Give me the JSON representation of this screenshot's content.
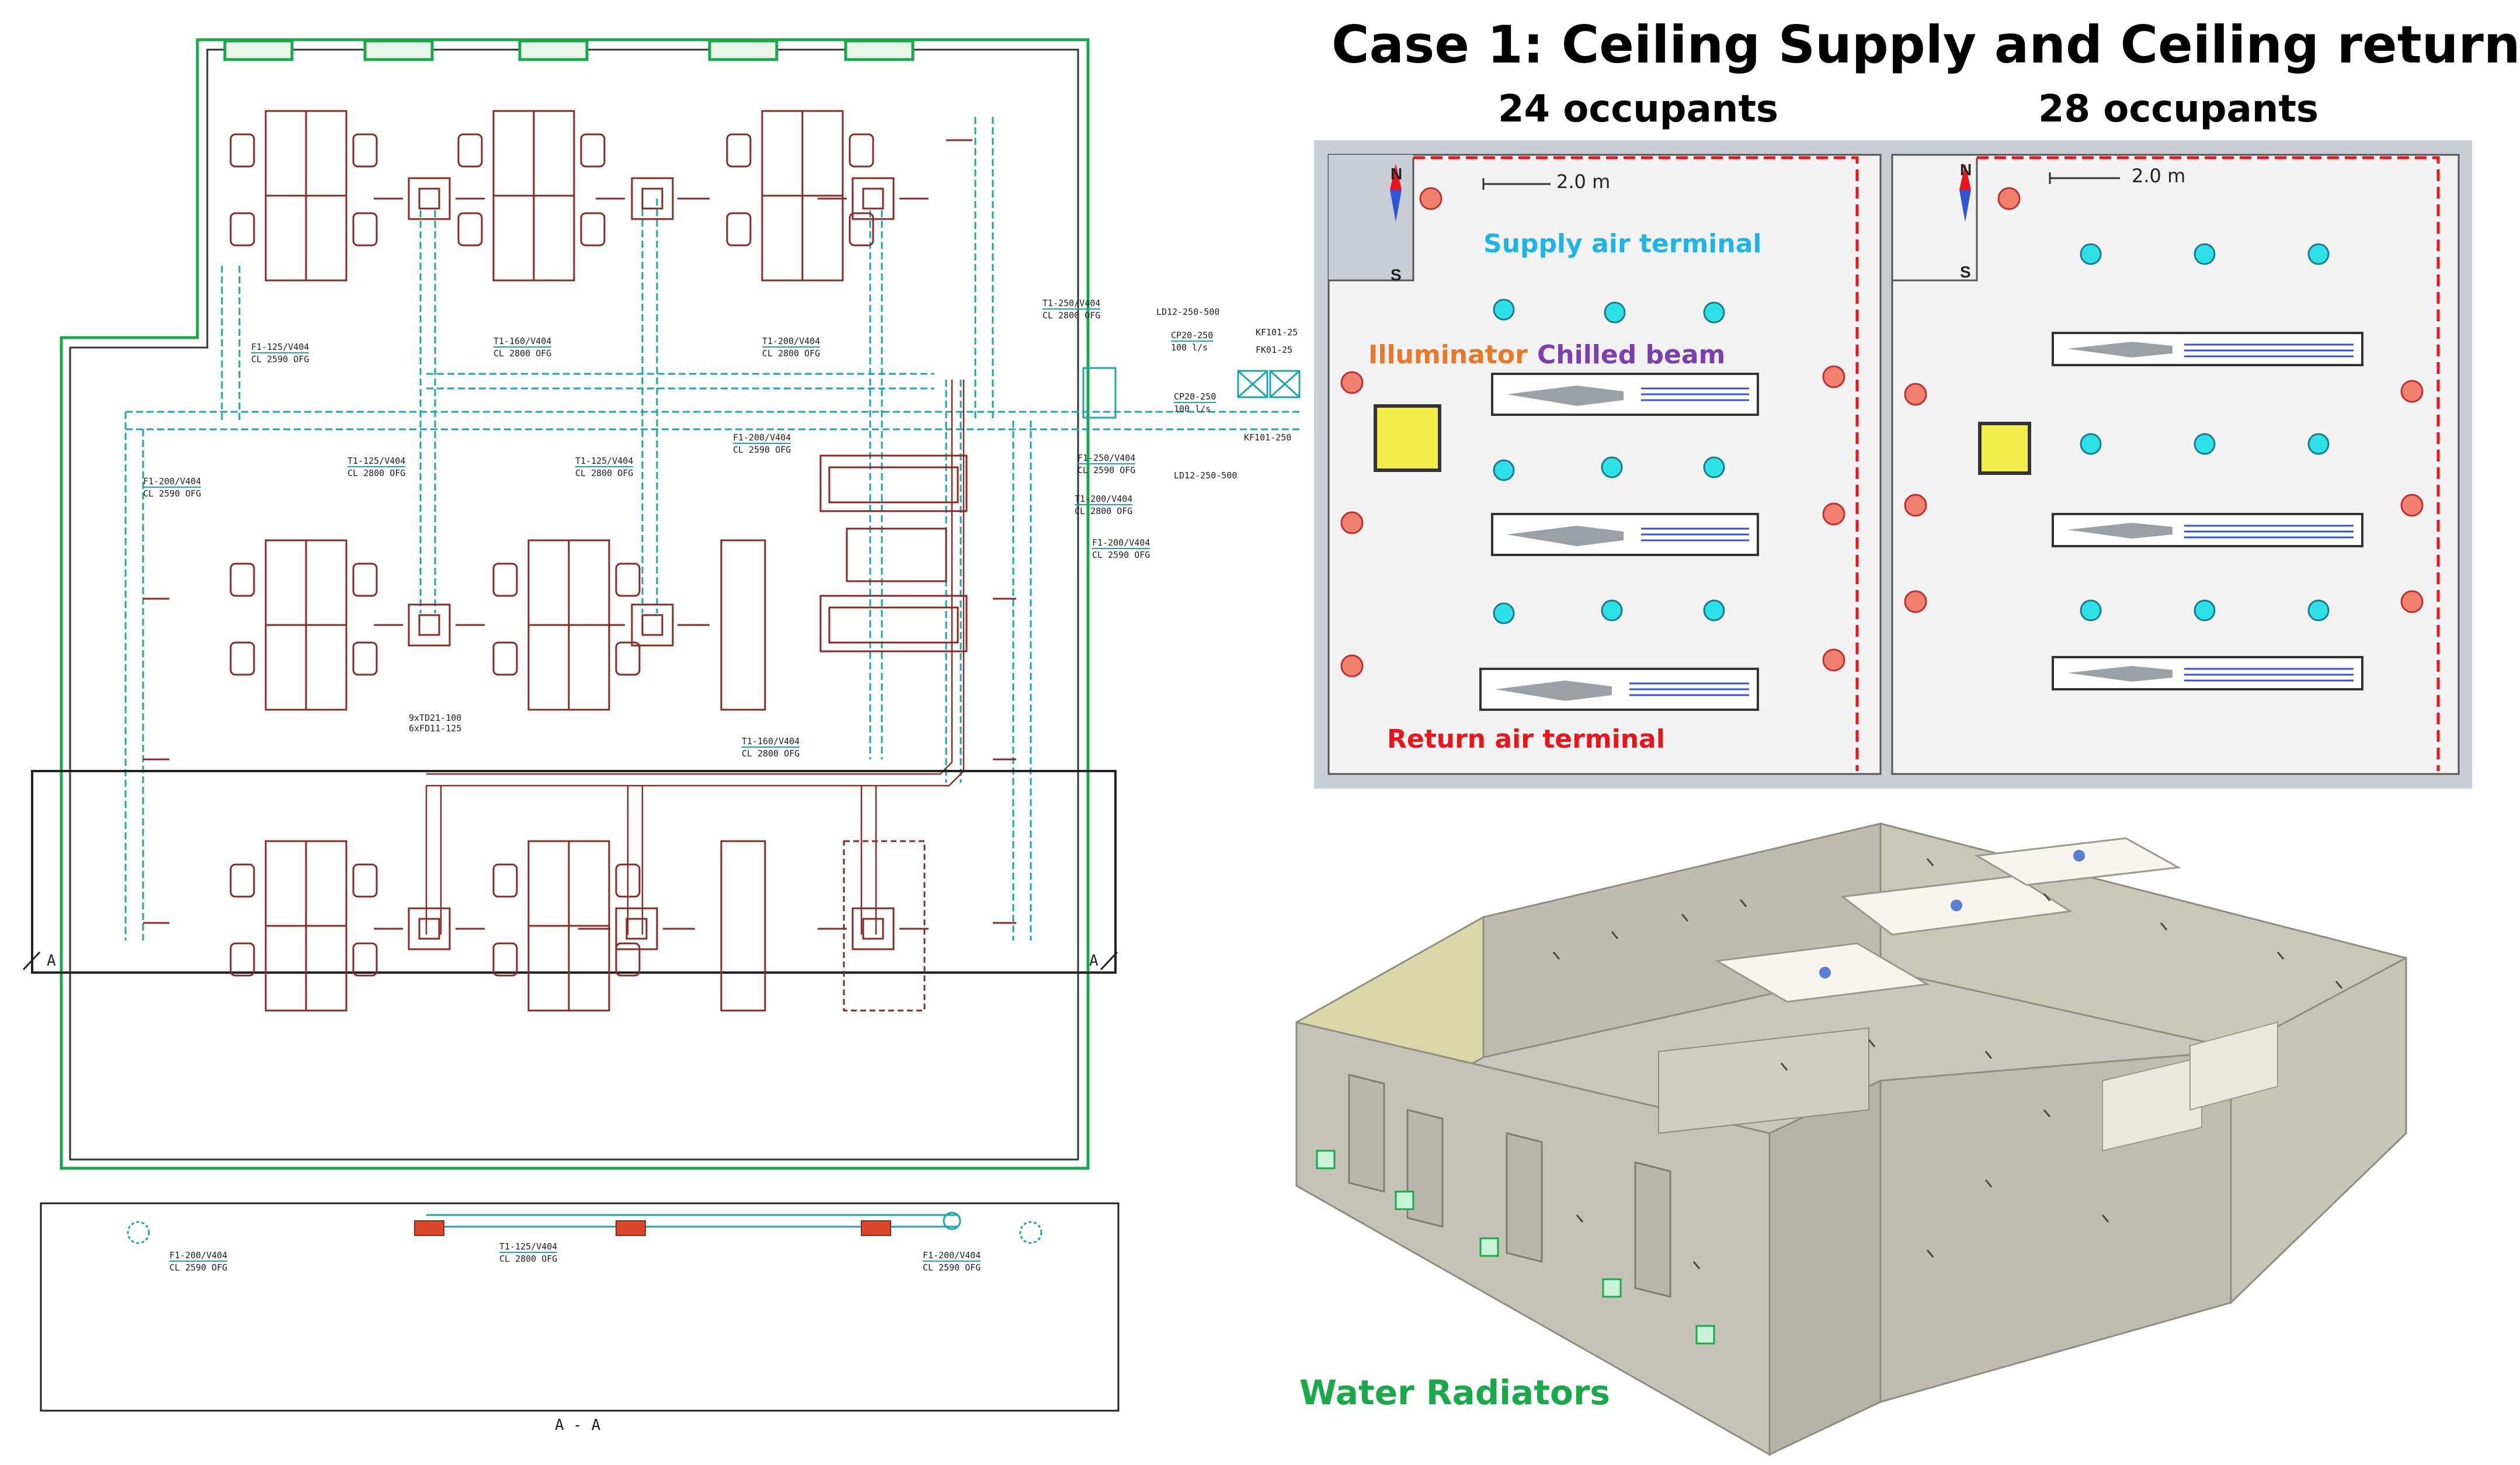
{
  "case_title": "Case 1: Ceiling Supply and Ceiling return",
  "panels": [
    {
      "occupants": "24 occupants",
      "scale": "2.0 m"
    },
    {
      "occupants": "28 occupants",
      "scale": "2.0 m"
    }
  ],
  "compass": {
    "north": "N",
    "south": "S"
  },
  "plan_labels": {
    "supply": "Supply air terminal",
    "illuminator": "Illuminator",
    "chilled_beam": "Chilled beam",
    "return": "Return air terminal"
  },
  "model_label": "Water Radiators",
  "section_marks": {
    "left": "A",
    "right": "A",
    "caption": "A - A"
  },
  "duct_tags": [
    {
      "l1": "T1-250/V404",
      "l2": "CL 2800 OFG"
    },
    {
      "l1": "LD12-250-500",
      "l2": ""
    },
    {
      "l1": "CP20-250",
      "l2": "100 l/s"
    },
    {
      "l1": "KF101-25",
      "l2": ""
    },
    {
      "l1": "FK01-25",
      "l2": ""
    },
    {
      "l1": "T1-160/V404",
      "l2": "CL 2800 OFG"
    },
    {
      "l1": "T1-200/V404",
      "l2": "CL 2800 OFG"
    },
    {
      "l1": "F1-125/V404",
      "l2": "CL 2590 OFG"
    },
    {
      "l1": "F1-200/V404",
      "l2": "CL 2590 OFG"
    },
    {
      "l1": "T1-125/V404",
      "l2": "CL 2800 OFG"
    },
    {
      "l1": "T1-125/V404",
      "l2": "CL 2800 OFG"
    },
    {
      "l1": "F1-200/V404",
      "l2": "CL 2590 OFG"
    },
    {
      "l1": "CP20-250",
      "l2": "100 l/s"
    },
    {
      "l1": "KF101-250",
      "l2": ""
    },
    {
      "l1": "F1-250/V404",
      "l2": "CL 2590 OFG"
    },
    {
      "l1": "LD12-250-500",
      "l2": ""
    },
    {
      "l1": "T1-200/V404",
      "l2": "CL 2800 OFG"
    },
    {
      "l1": "F1-200/V404",
      "l2": "CL 2590 OFG"
    },
    {
      "l1": "9xTD21-100",
      "l2": "6xFD11-125"
    },
    {
      "l1": "T1-160/V404",
      "l2": "CL 2800 OFG"
    },
    {
      "l1": "F1-200/V404",
      "l2": "CL 2590 OFG"
    },
    {
      "l1": "T1-125/V404",
      "l2": "CL 2800 OFG"
    },
    {
      "l1": "F1-200/V404",
      "l2": "CL 2590 OFG"
    }
  ]
}
